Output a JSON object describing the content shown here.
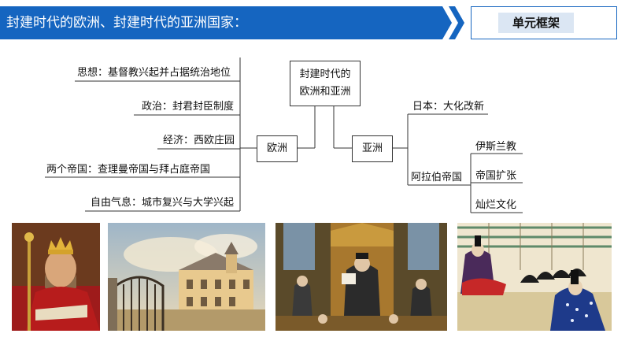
{
  "header": {
    "title": "封建时代的欧洲、封建时代的亚洲国家：",
    "tag": "单元框架"
  },
  "diagram": {
    "root": "封建时代的欧洲和亚洲",
    "europe": {
      "label": "欧洲",
      "items": [
        "思想：基督教兴起并占据统治地位",
        "政治：封君封臣制度",
        "经济：西欧庄园",
        "两个帝国：查理曼帝国与拜占庭帝国",
        "自由气息：城市复兴与大学兴起"
      ]
    },
    "asia": {
      "label": "亚洲",
      "japan": "日本：大化改新",
      "arab": {
        "label": "阿拉伯帝国",
        "items": [
          "伊斯兰教",
          "帝国扩张",
          "灿烂文化"
        ]
      }
    }
  },
  "colors": {
    "accent": "#1565c0",
    "tag_bg": "#dbe6f3"
  }
}
